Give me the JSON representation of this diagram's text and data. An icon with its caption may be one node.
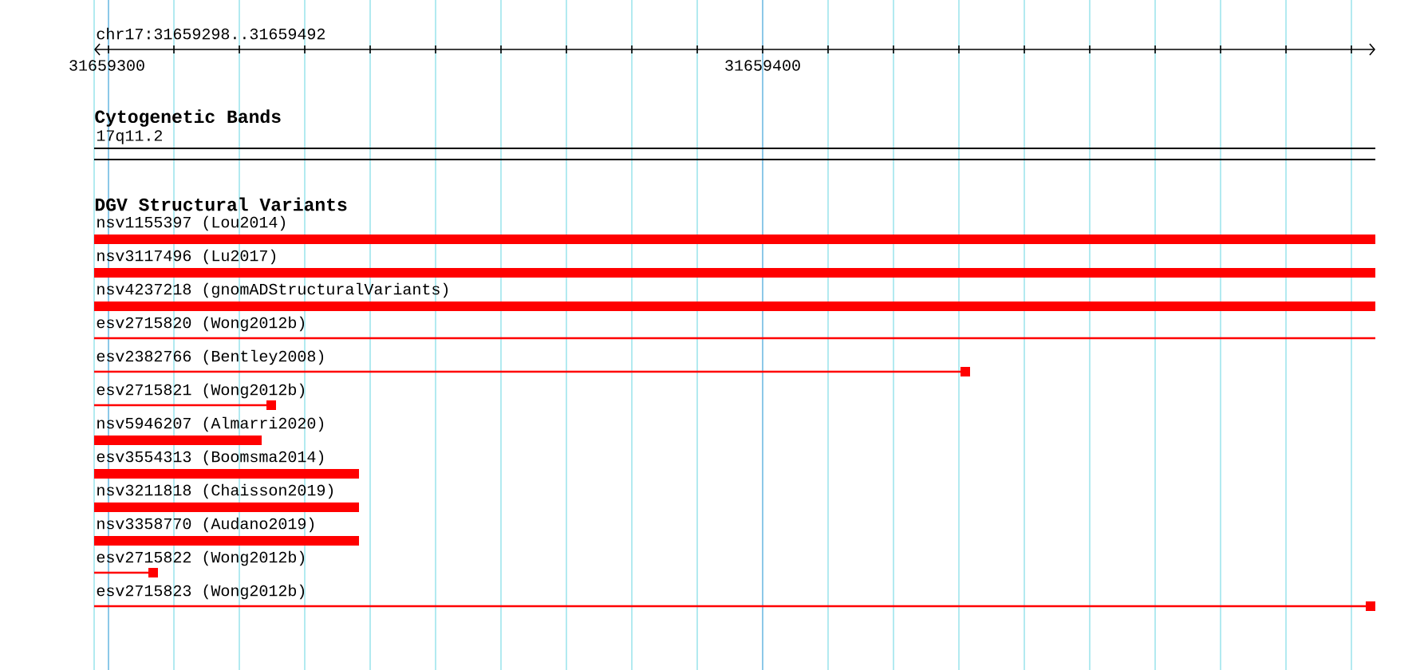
{
  "diagram": {
    "nodes": [
      {
        "text": [
          "17q11.2"
        ]
      },
      {
        "text": [
          "nsv1155397 (Lou2014)"
        ]
      },
      {
        "text": [
          "nsv3117496 (Lu2017)"
        ]
      },
      {
        "text": [
          "nsv4237218 (gnomADStructuralVariants)"
        ]
      },
      {
        "text": [
          "esv2715820 (Wong2012b)"
        ]
      },
      {
        "text": [
          "esv2382766 (Bentley2008)"
        ]
      },
      {
        "text": [
          "esv2715821 (Wong2012b)"
        ]
      },
      {
        "text": [
          "nsv5946207 (Almarri2020)"
        ]
      },
      {
        "text": [
          "esv3554313 (Boomsma2014)"
        ]
      },
      {
        "text": [
          "nsv3211818 (Chaisson2019)"
        ]
      },
      {
        "text": [
          "nsv3358770 (Audano2019)"
        ]
      },
      {
        "text": [
          "esv2715822 (Wong2012b)"
        ]
      },
      {
        "text": [
          "esv2715823 (Wong2012b)"
        ]
      }
    ],
    "labels": [
      "chr17:31659298..31659492",
      "31659300",
      "31659400",
      "Cytogenetic Bands",
      "DGV Structural Variants"
    ]
  }
}
